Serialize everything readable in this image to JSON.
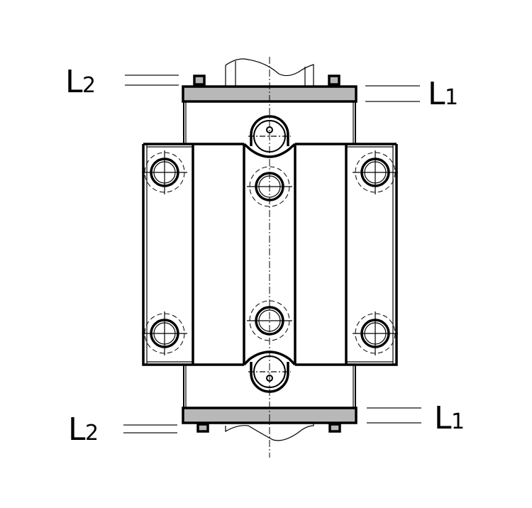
{
  "diagram": {
    "type": "technical-drawing",
    "subject": "roller guide block with top and bottom clamping plates",
    "colors": {
      "line": "#000000",
      "plate_fill": "#b8b8b8",
      "leader": "#555555",
      "background": "#ffffff"
    },
    "labels": {
      "top_left": {
        "main": "L",
        "sub": "2"
      },
      "top_right": {
        "main": "L",
        "sub": "1"
      },
      "bottom_left": {
        "main": "L",
        "sub": "2"
      },
      "bottom_right": {
        "main": "L",
        "sub": "1"
      }
    },
    "components": [
      "top-clamp-plate",
      "bottom-clamp-plate",
      "left-flange",
      "right-flange",
      "center-rail",
      "top-roller",
      "bottom-roller",
      "bolt-holes"
    ]
  }
}
